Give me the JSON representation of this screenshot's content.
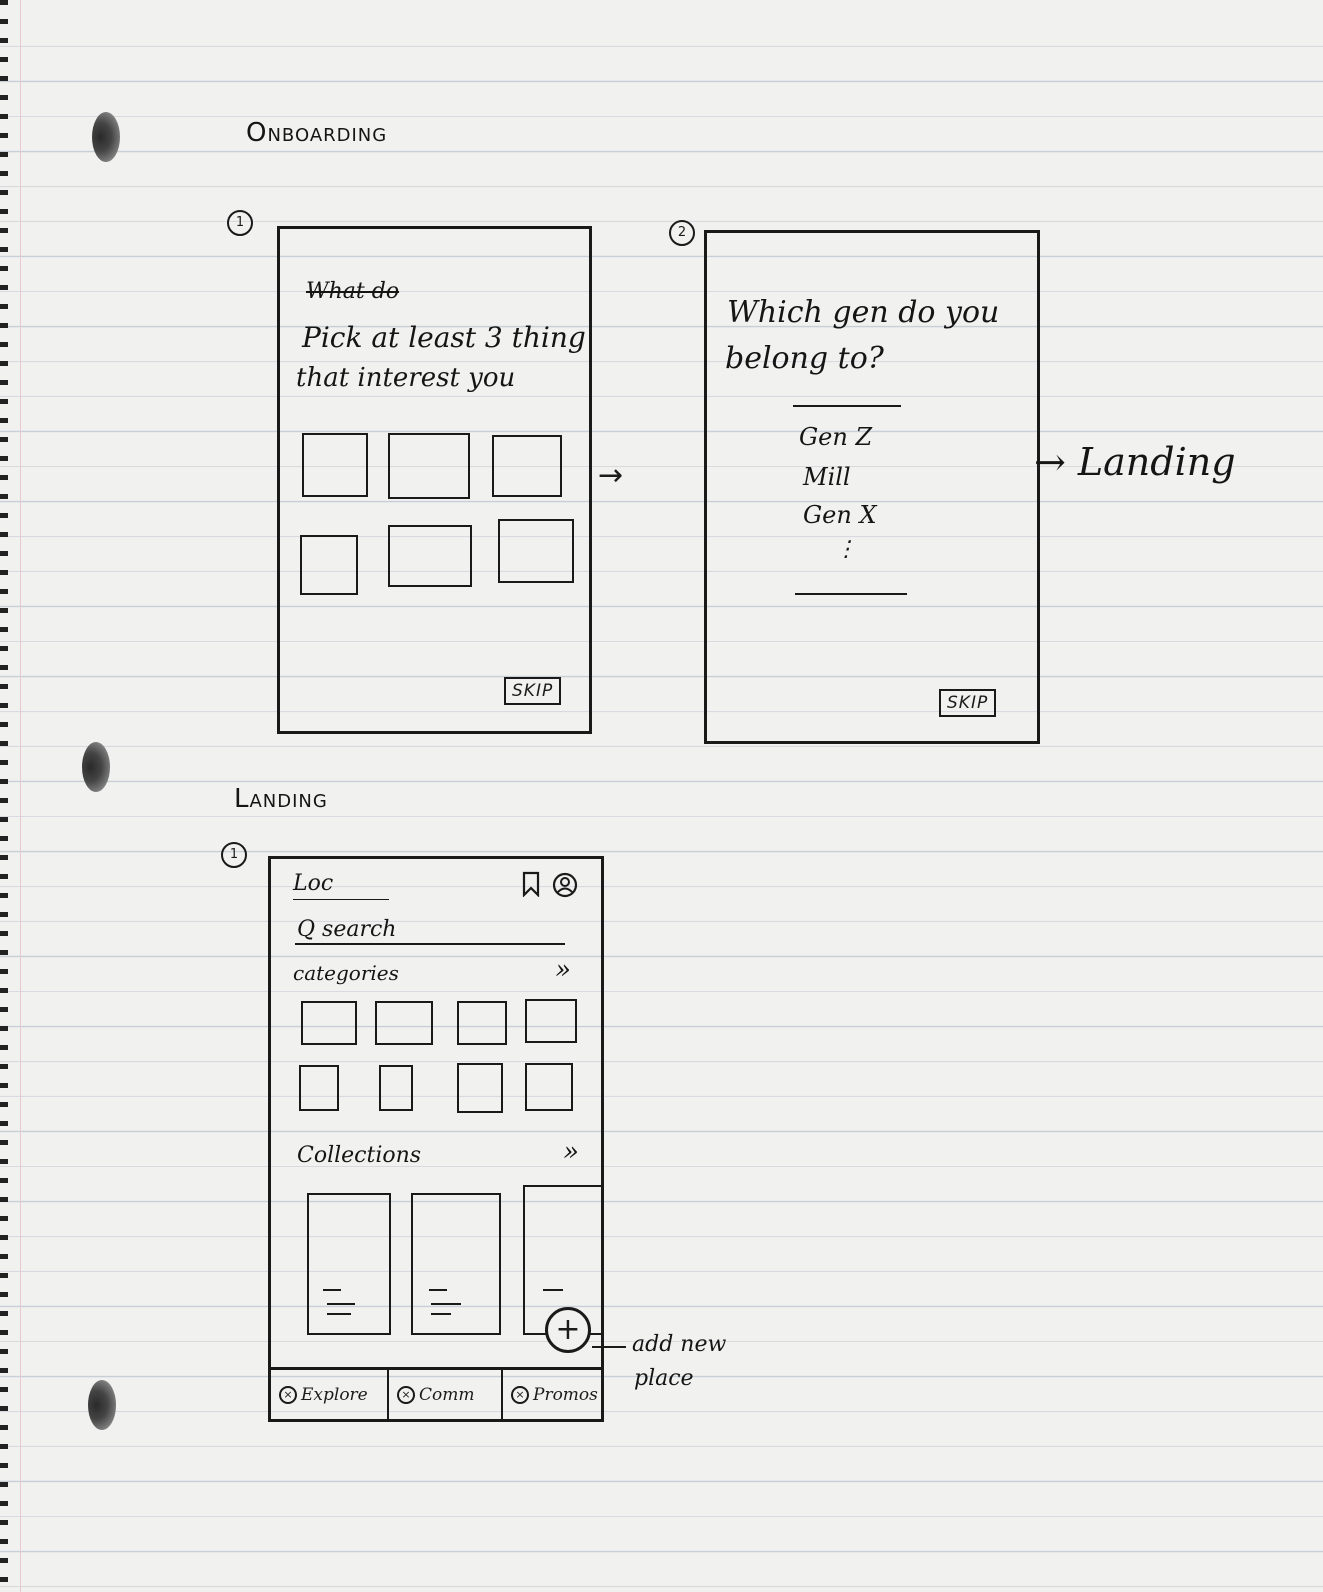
{
  "sections": {
    "onboarding_title": "Onboarding",
    "landing_title": "Landing"
  },
  "onboarding": {
    "screen1": {
      "number": "1",
      "struck_text": "What do",
      "title_line1": "Pick at least 3 thing",
      "title_line2": "that interest you",
      "skip": "SKIP"
    },
    "screen2": {
      "number": "2",
      "question_line1": "Which gen do you",
      "question_line2": "belong to?",
      "options": [
        "Gen Z",
        "Mill",
        "Gen X"
      ],
      "more": "⋮",
      "skip": "SKIP"
    },
    "flow_target": "→ Landing"
  },
  "landing": {
    "screen1": {
      "number": "1",
      "location": "Loc",
      "search": "Q search",
      "categories_label": "categories",
      "categories_more": "»",
      "collections_label": "Collections",
      "collections_more": "»",
      "fab": "+",
      "fab_annotation_line1": "add new",
      "fab_annotation_line2": "place",
      "tabs": [
        "Explore",
        "Comm",
        "Promos"
      ]
    }
  },
  "icons": {
    "bookmark": "bookmark-icon",
    "profile": "profile-icon",
    "tab_icon": "x-circle-icon"
  }
}
